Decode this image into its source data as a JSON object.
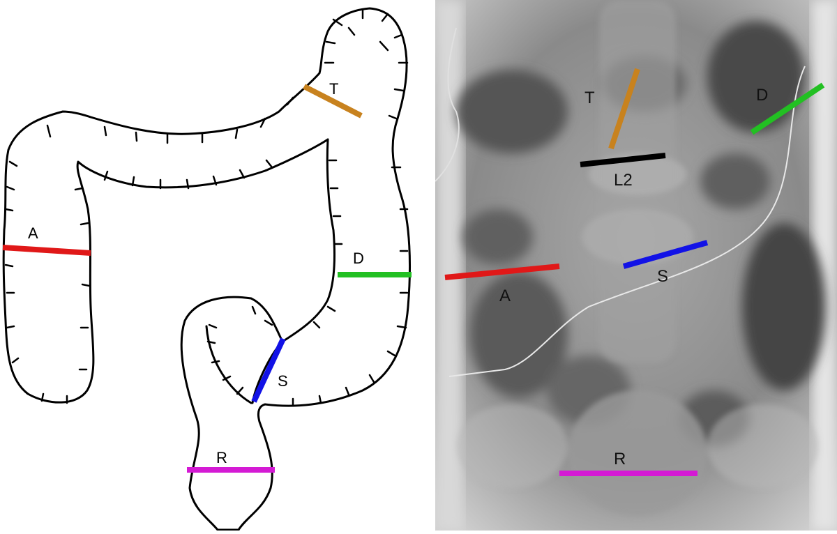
{
  "diagram": {
    "segments": [
      {
        "key": "T",
        "label": "T",
        "color": "#c8821e"
      },
      {
        "key": "A",
        "label": "A",
        "color": "#e01818"
      },
      {
        "key": "D",
        "label": "D",
        "color": "#22c022"
      },
      {
        "key": "S",
        "label": "S",
        "color": "#1212e6"
      },
      {
        "key": "R",
        "label": "R",
        "color": "#d41ad4"
      }
    ]
  },
  "xray": {
    "segments": [
      {
        "key": "T",
        "label": "T",
        "color": "#c8821e"
      },
      {
        "key": "D",
        "label": "D",
        "color": "#22c022"
      },
      {
        "key": "L2",
        "label": "L2",
        "color": "#000000"
      },
      {
        "key": "A",
        "label": "A",
        "color": "#e01818"
      },
      {
        "key": "S",
        "label": "S",
        "color": "#1212e6"
      },
      {
        "key": "R",
        "label": "R",
        "color": "#d41ad4"
      }
    ]
  }
}
